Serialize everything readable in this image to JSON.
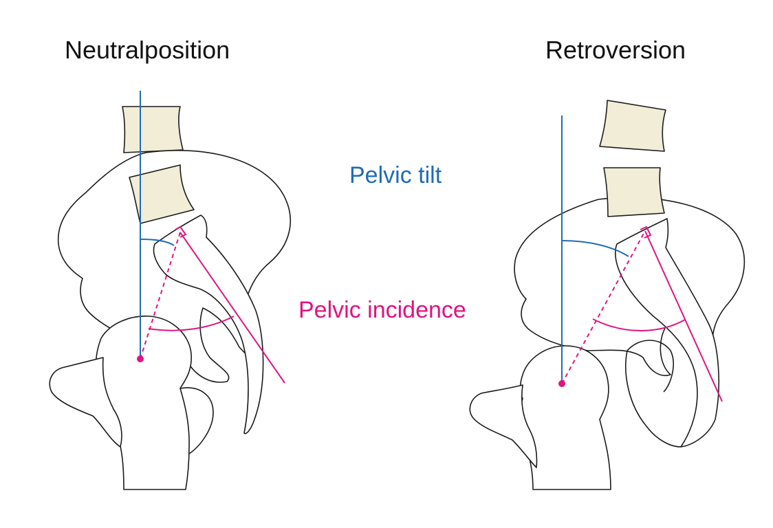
{
  "titles": {
    "left": "Neutralposition",
    "right": "Retroversion"
  },
  "labels": {
    "pelvic_tilt": "Pelvic tilt",
    "pelvic_incidence": "Pelvic incidence"
  },
  "colors": {
    "pelvic_tilt": "#1f6bb5",
    "pelvic_incidence": "#e0137f",
    "vertebra_fill": "#f1edd6",
    "outline": "#1a1a1a"
  }
}
